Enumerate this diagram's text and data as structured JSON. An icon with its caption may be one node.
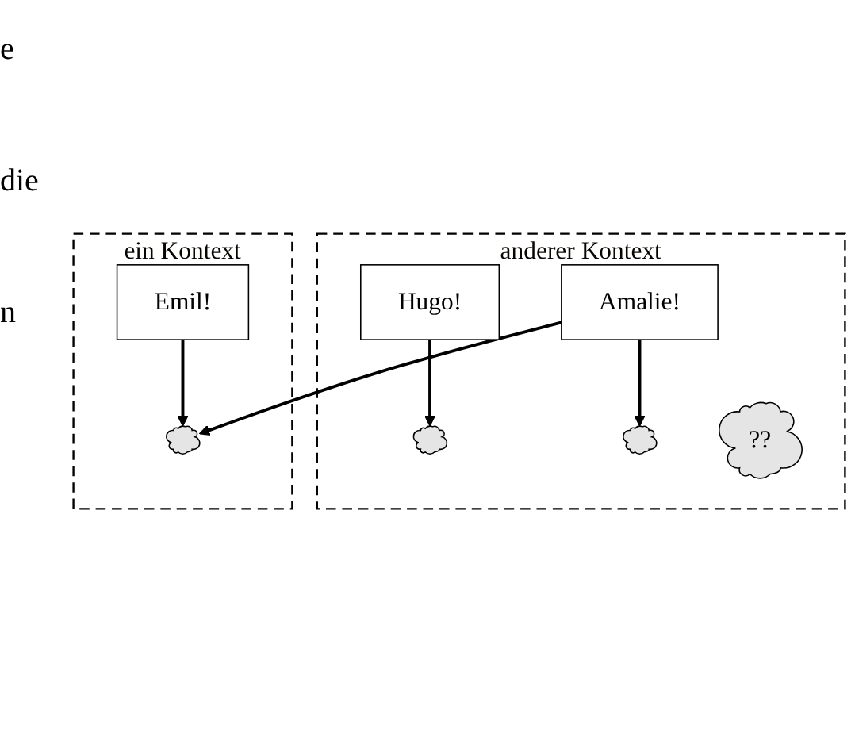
{
  "diagram": {
    "nodes": [
      {
        "text": [
          "anderer Kontext"
        ]
      },
      {
        "text": [
          "Hugo!"
        ],
        "in": 0
      },
      {
        "text": [],
        "shape": "cloud",
        "in": 0
      },
      {
        "text": [
          "Amalie!"
        ],
        "in": 0
      },
      {
        "text": [],
        "shape": "cloud",
        "in": 0
      },
      {
        "text": [
          "??"
        ],
        "in": 0
      },
      {
        "text": [
          "ein Kontext"
        ]
      },
      {
        "text": [],
        "shape": "cloud",
        "in": 6
      },
      {
        "text": [
          "Emil!"
        ],
        "in": 6
      }
    ],
    "edges": [
      {
        "from": 1,
        "to": 2,
        "arrow": "to"
      },
      {
        "from": 3,
        "to": 7,
        "arrow": "to"
      },
      {
        "from": 3,
        "to": 4,
        "arrow": "to"
      },
      {
        "from": 8,
        "to": 7,
        "arrow": "to"
      }
    ],
    "labels": [
      "e",
      "die",
      "n"
    ]
  }
}
